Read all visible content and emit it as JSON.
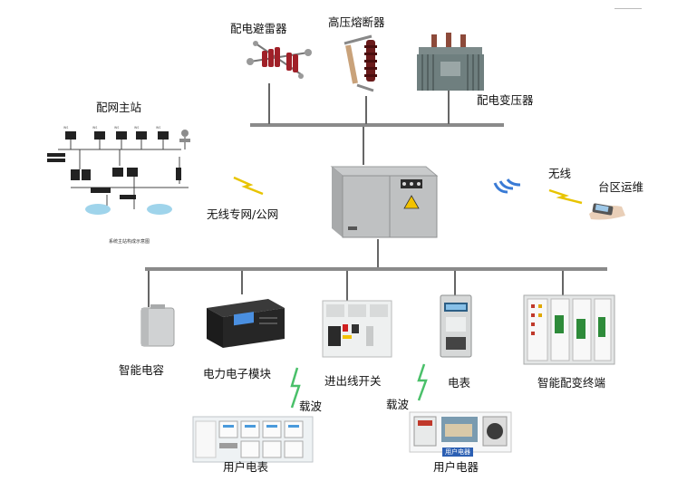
{
  "diagram": {
    "top_devices": {
      "arrester": "配电避雷器",
      "fuse": "高压熔断器",
      "transformer": "配电变压器"
    },
    "master_station": {
      "label": "配网主站",
      "caption": "系统主站构成示意图"
    },
    "wireless_link": "无线专网/公网",
    "wireless": "无线",
    "area_ops": "台区运维",
    "bottom_devices": {
      "capacitor": "智能电容",
      "power_module": "电力电子模块",
      "switch": "进出线开关",
      "meter": "电表",
      "terminal": "智能配变终端"
    },
    "carrier_1": "载波",
    "carrier_2": "载波",
    "user_meter": "用户电表",
    "user_appliance": "用户电器",
    "appliance_tag": "用户电器"
  }
}
